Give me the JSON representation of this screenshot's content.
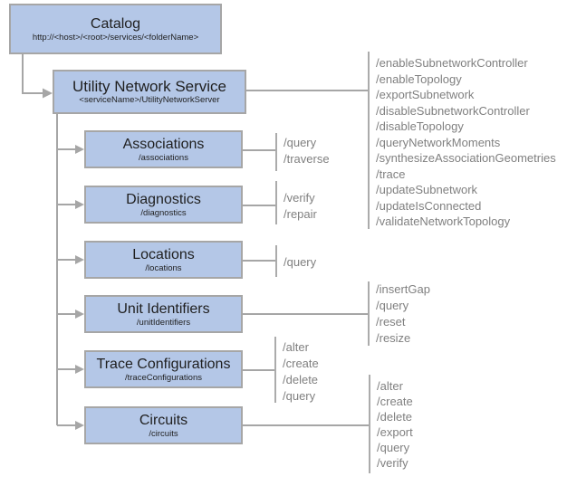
{
  "colors": {
    "box_fill": "#b4c7e7",
    "box_border": "#a6a6a6",
    "connector": "#a6a6a6",
    "ops_text": "#808080",
    "box_text": "#1f1f1f"
  },
  "catalog": {
    "title": "Catalog",
    "subtitle": "http://<host>/<root>/services/<folderName>"
  },
  "service": {
    "title": "Utility Network Service",
    "subtitle": "<serviceName>/UtilityNetworkServer",
    "ops": [
      "/enableSubnetworkController",
      "/enableTopology",
      "/exportSubnetwork",
      "/disableSubnetworkController",
      "/disableTopology",
      "/queryNetworkMoments",
      "/synthesizeAssociationGeometries",
      "/trace",
      "/updateSubnetwork",
      "/updateIsConnected",
      "/validateNetworkTopology"
    ]
  },
  "resources": [
    {
      "title": "Associations",
      "subtitle": "/associations",
      "ops": [
        "/query",
        "/traverse"
      ]
    },
    {
      "title": "Diagnostics",
      "subtitle": "/diagnostics",
      "ops": [
        "/verify",
        "/repair"
      ]
    },
    {
      "title": "Locations",
      "subtitle": "/locations",
      "ops": [
        "/query"
      ]
    },
    {
      "title": "Unit Identifiers",
      "subtitle": "/unitIdentifiers",
      "ops": [
        "/insertGap",
        "/query",
        "/reset",
        "/resize"
      ]
    },
    {
      "title": "Trace Configurations",
      "subtitle": "/traceConfigurations",
      "ops": [
        "/alter",
        "/create",
        "/delete",
        "/query"
      ]
    },
    {
      "title": "Circuits",
      "subtitle": "/circuits",
      "ops": [
        "/alter",
        "/create",
        "/delete",
        "/export",
        "/query",
        "/verify"
      ]
    }
  ]
}
